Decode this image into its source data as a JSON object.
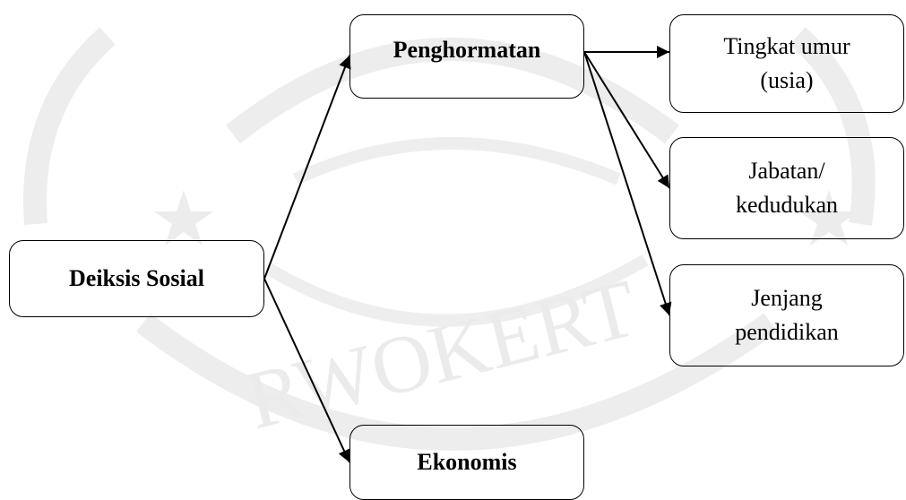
{
  "diagram": {
    "nodes": [
      {
        "id": "deiksis",
        "label": "Deiksis Sosial",
        "style": "bold"
      },
      {
        "id": "penghormatan",
        "label": "Penghormatan",
        "style": "bold"
      },
      {
        "id": "ekonomis",
        "label": "Ekonomis",
        "style": "bold"
      },
      {
        "id": "umur",
        "label_line1": "Tingkat umur",
        "label_line2": "(usia)",
        "style": "normal"
      },
      {
        "id": "jabatan",
        "label_line1": "Jabatan/",
        "label_line2": "kedudukan",
        "style": "normal"
      },
      {
        "id": "jenjang",
        "label_line1": "Jenjang",
        "label_line2": "pendidikan",
        "style": "normal"
      }
    ],
    "edges": [
      {
        "from": "deiksis",
        "to": "penghormatan"
      },
      {
        "from": "deiksis",
        "to": "ekonomis"
      },
      {
        "from": "penghormatan",
        "to": "umur"
      },
      {
        "from": "penghormatan",
        "to": "jabatan"
      },
      {
        "from": "penghormatan",
        "to": "jenjang"
      }
    ],
    "watermark": {
      "text": "RWOKERT",
      "color": "#ececec"
    },
    "colors": {
      "stroke": "#000000",
      "background": "#ffffff"
    }
  }
}
